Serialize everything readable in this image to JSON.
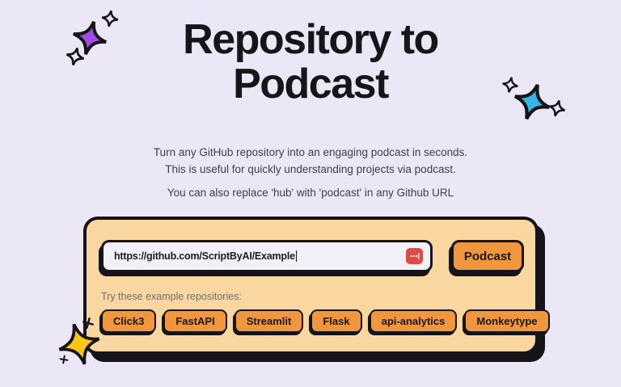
{
  "header": {
    "title": "Repository to Podcast"
  },
  "intro": {
    "line1": "Turn any GitHub repository into an engaging podcast in seconds.",
    "line2": "This is useful for quickly understanding projects via podcast.",
    "line3": "You can also replace 'hub' with 'podcast' in any Github URL"
  },
  "converter": {
    "url_input": {
      "value": "https://github.com/ScriptByAI/Example",
      "placeholder": ""
    },
    "submit_label": "Podcast",
    "examples_label": "Try these example repositories:",
    "examples": [
      "Click3",
      "FastAPI",
      "Streamlit",
      "Flask",
      "api-analytics",
      "Monkeytype"
    ]
  },
  "icons": {
    "autofill": "autofill-extension-icon",
    "decorations": [
      "purple-sparkle",
      "blue-sparkle",
      "yellow-sparkle",
      "plus-sparkle"
    ]
  },
  "colors": {
    "background": "#ECE7F6",
    "ink": "#151419",
    "card_bg": "#FAD7A0",
    "accent_orange": "#F0963F",
    "input_bg": "#F4F0FA",
    "muted_text": "#6F6F73",
    "autofill_red": "#DC4B45",
    "sparkle_purple": "#A04BE1",
    "sparkle_blue": "#37B4E6",
    "sparkle_yellow": "#F7C619"
  }
}
